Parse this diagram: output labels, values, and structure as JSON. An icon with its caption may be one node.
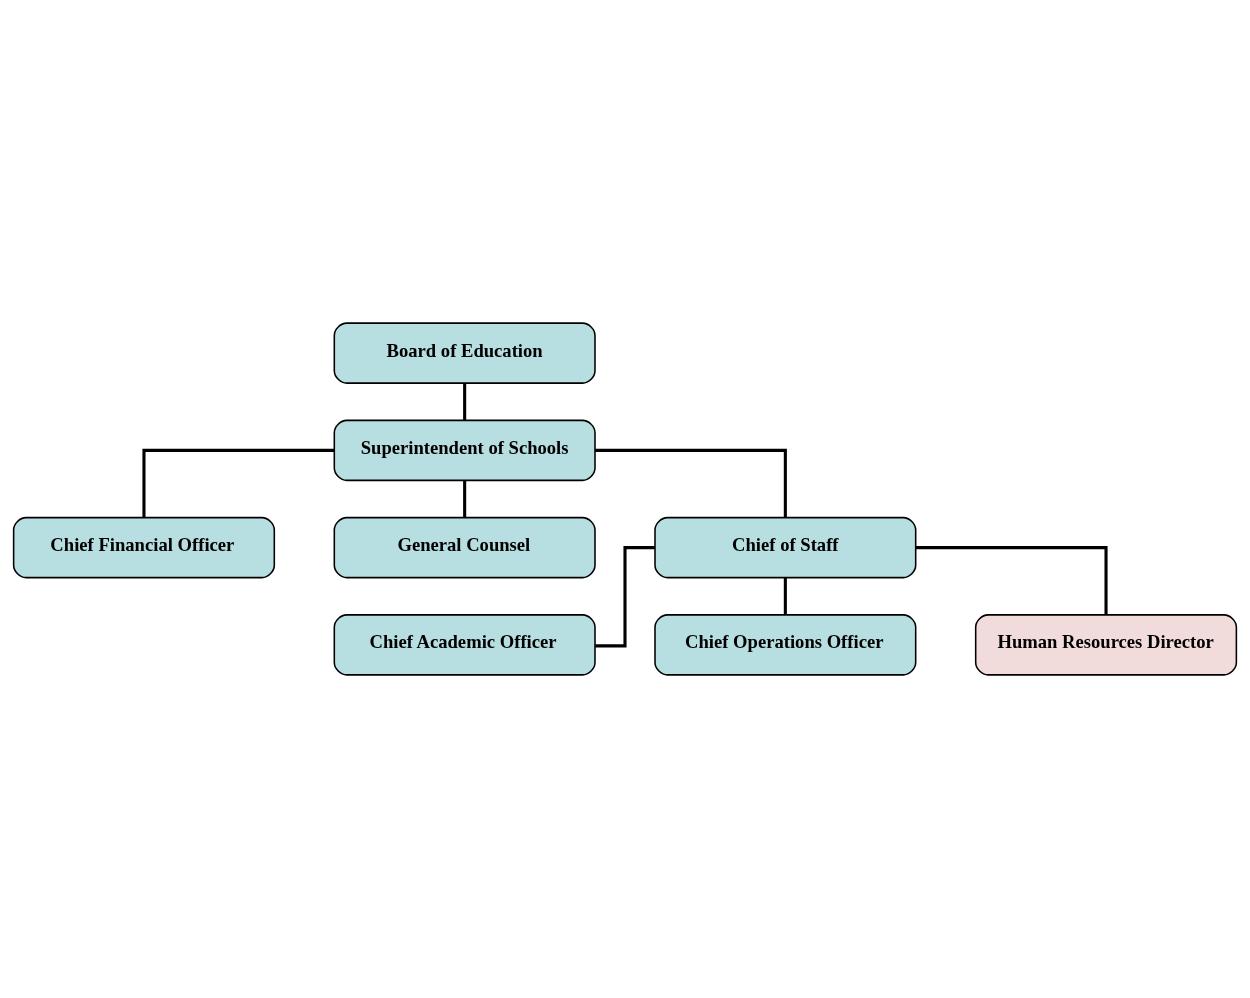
{
  "diagram": {
    "nodes": [
      {
        "text": [
          "Board of Education"
        ]
      },
      {
        "text": [
          "Superintendent of Schools"
        ]
      },
      {
        "text": [
          "Chief Financial Officer"
        ]
      },
      {
        "text": [
          "General Counsel"
        ]
      },
      {
        "text": [
          "Chief of Staff"
        ]
      },
      {
        "text": [
          "Chief Academic Officer"
        ]
      },
      {
        "text": [
          "Chief Operations Officer"
        ]
      },
      {
        "text": [
          "Human Resources Director"
        ]
      }
    ],
    "edges": [
      {
        "from": 0,
        "to": 1,
        "arrow": "none"
      },
      {
        "from": 1,
        "to": 2,
        "arrow": "none"
      },
      {
        "from": 1,
        "to": 3,
        "arrow": "none"
      },
      {
        "from": 1,
        "to": 4,
        "arrow": "none"
      },
      {
        "from": 4,
        "to": 5,
        "arrow": "none"
      },
      {
        "from": 4,
        "to": 6,
        "arrow": "none"
      },
      {
        "from": 4,
        "to": 7,
        "arrow": "none"
      }
    ]
  }
}
